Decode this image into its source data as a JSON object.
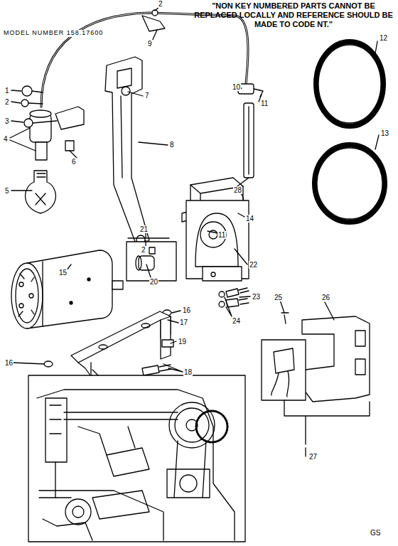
{
  "diagram": {
    "labels": [
      "\"NON KEY NUMBERED PARTS CANNOT BE REPLACED LOCALLY AND REFERENCE SHOULD BE MADE TO CODE NT.\"",
      "MODEL NUMBER 158.17600",
      "2",
      "9",
      "1",
      "2",
      "7",
      "10",
      "11",
      "12",
      "3",
      "4",
      "6",
      "8",
      "28",
      "14",
      "13",
      "11",
      "5",
      "2",
      "21",
      "20",
      "22",
      "23",
      "24",
      "15",
      "16",
      "17",
      "19",
      "16",
      "18",
      "25",
      "26",
      "27",
      "GS"
    ]
  }
}
